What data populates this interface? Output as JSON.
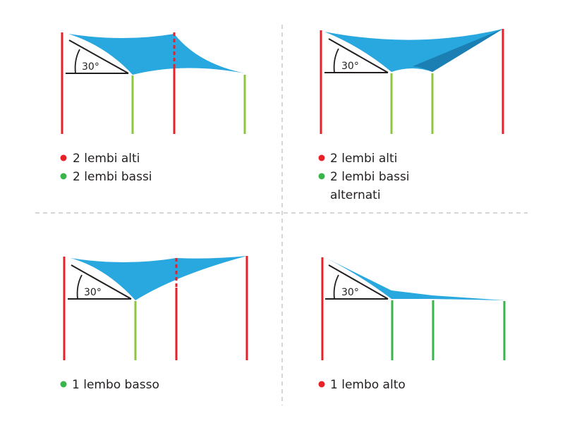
{
  "colors": {
    "shade": "#29a8e0",
    "shade_dark": "#1b7fb3",
    "high_post": "#e8202a",
    "low_post": "#8cc63f",
    "low_post_alt": "#39b54a",
    "legend_green": "#39b54a",
    "divider": "#c8c8c8"
  },
  "angle_label": "30°",
  "panels": [
    {
      "legend": [
        "2 lembi alti",
        "2 lembi bassi"
      ]
    },
    {
      "legend": [
        "2 lembi alti",
        "2 lembi bassi",
        "alternati"
      ]
    },
    {
      "legend": [
        "1 lembo basso"
      ]
    },
    {
      "legend": [
        "1 lembo alto"
      ]
    }
  ]
}
